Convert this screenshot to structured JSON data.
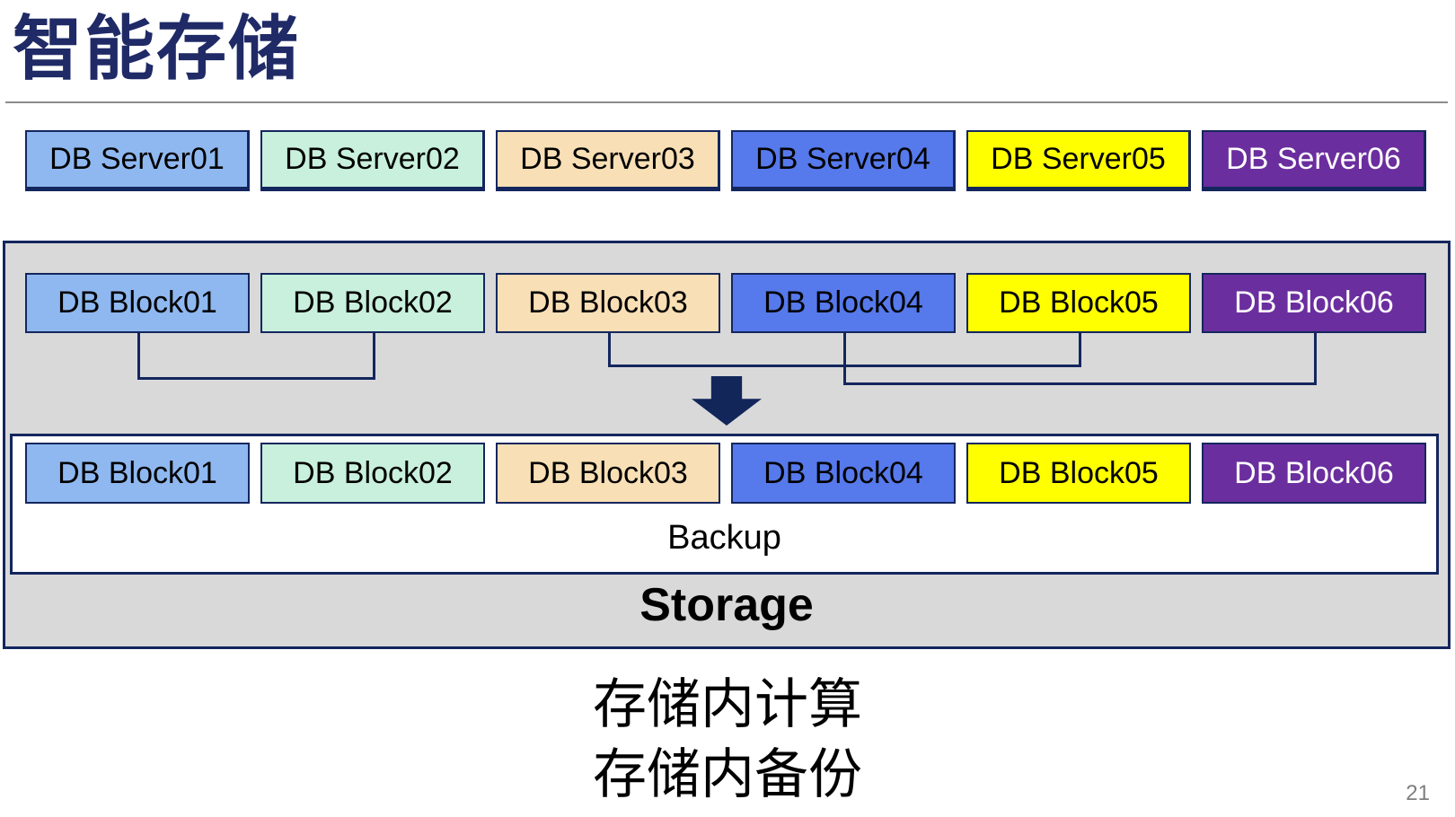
{
  "slide": {
    "title": "智能存储",
    "page_number": "21",
    "captions": [
      "存储内计算",
      "存储内备份"
    ]
  },
  "palette": {
    "title_navy": "#1F2A66",
    "rule_gray": "#8C8C8C",
    "border_navy": "#14265E",
    "connector_navy": "#14265E",
    "arrow_navy": "#12265A",
    "container_gray_fill": "#D9D9D9",
    "inner_white_fill": "#FFFFFF",
    "page_number_gray": "#7F7F7F"
  },
  "db_servers": [
    {
      "label": "DB Server01",
      "fill": "#8FB8F0",
      "text_color": "#000000"
    },
    {
      "label": "DB Server02",
      "fill": "#C8F0DC",
      "text_color": "#000000"
    },
    {
      "label": "DB Server03",
      "fill": "#F8DFB5",
      "text_color": "#000000"
    },
    {
      "label": "DB Server04",
      "fill": "#5679EB",
      "text_color": "#000000"
    },
    {
      "label": "DB Server05",
      "fill": "#FFFF00",
      "text_color": "#000000"
    },
    {
      "label": "DB Server06",
      "fill": "#6B2E9E",
      "text_color": "#FFFFFF"
    }
  ],
  "storage": {
    "storage_label": "Storage",
    "backup_label": "Backup",
    "source_blocks": [
      {
        "label": "DB Block01",
        "fill": "#8FB8F0",
        "text_color": "#000000"
      },
      {
        "label": "DB Block02",
        "fill": "#C8F0DC",
        "text_color": "#000000"
      },
      {
        "label": "DB Block03",
        "fill": "#F8DFB5",
        "text_color": "#000000"
      },
      {
        "label": "DB Block04",
        "fill": "#5679EB",
        "text_color": "#000000"
      },
      {
        "label": "DB Block05",
        "fill": "#FFFF00",
        "text_color": "#000000"
      },
      {
        "label": "DB Block06",
        "fill": "#6B2E9E",
        "text_color": "#FFFFFF"
      }
    ],
    "backup_blocks": [
      {
        "label": "DB Block01",
        "fill": "#8FB8F0",
        "text_color": "#000000"
      },
      {
        "label": "DB Block02",
        "fill": "#C8F0DC",
        "text_color": "#000000"
      },
      {
        "label": "DB Block03",
        "fill": "#F8DFB5",
        "text_color": "#000000"
      },
      {
        "label": "DB Block04",
        "fill": "#5679EB",
        "text_color": "#000000"
      },
      {
        "label": "DB Block05",
        "fill": "#FFFF00",
        "text_color": "#000000"
      },
      {
        "label": "DB Block06",
        "fill": "#6B2E9E",
        "text_color": "#FFFFFF"
      }
    ],
    "block_connections": [
      {
        "from_index": 0,
        "to_index": 1
      },
      {
        "from_index": 2,
        "to_index": 4
      },
      {
        "from_index": 3,
        "to_index": 5
      }
    ]
  }
}
